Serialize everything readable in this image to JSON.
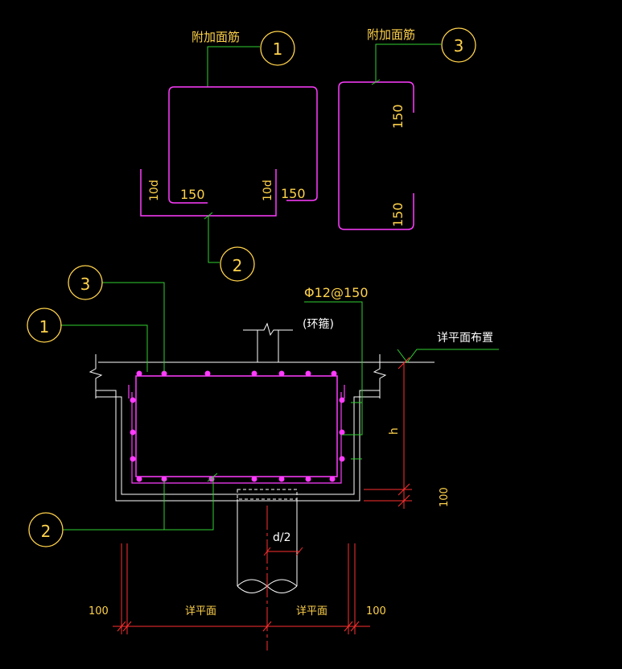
{
  "colors": {
    "background": "#000000",
    "rebar": "#ff3cff",
    "leader": "#2fd12f",
    "outline": "#ffffff",
    "dim": "#ff3030",
    "text": "#ffd24a",
    "label_circle": "#ffd24a"
  },
  "detail_1": {
    "title": "附加面筋",
    "callout": "1",
    "dim_left_vertical": "10d",
    "dim_left_horizontal": "150",
    "dim_right_vertical": "10d",
    "dim_right_horizontal": "150"
  },
  "detail_2": {
    "callout": "2"
  },
  "detail_3": {
    "title": "附加面筋",
    "callout": "3",
    "dim_top": "150",
    "dim_bottom": "150"
  },
  "section": {
    "callout_top": "3",
    "callout_mid": "1",
    "callout_bottom": "2",
    "stirrup_spec": "Φ12@150",
    "stirrup_note": "(环箍)",
    "elevation_note": "详平面布置",
    "height_label": "h",
    "cover_label": "100",
    "pile_label": "d/2",
    "bottom_dim_left": "100",
    "bottom_dim_left_mid": "详平面",
    "bottom_dim_right_mid": "详平面",
    "bottom_dim_right": "100"
  }
}
